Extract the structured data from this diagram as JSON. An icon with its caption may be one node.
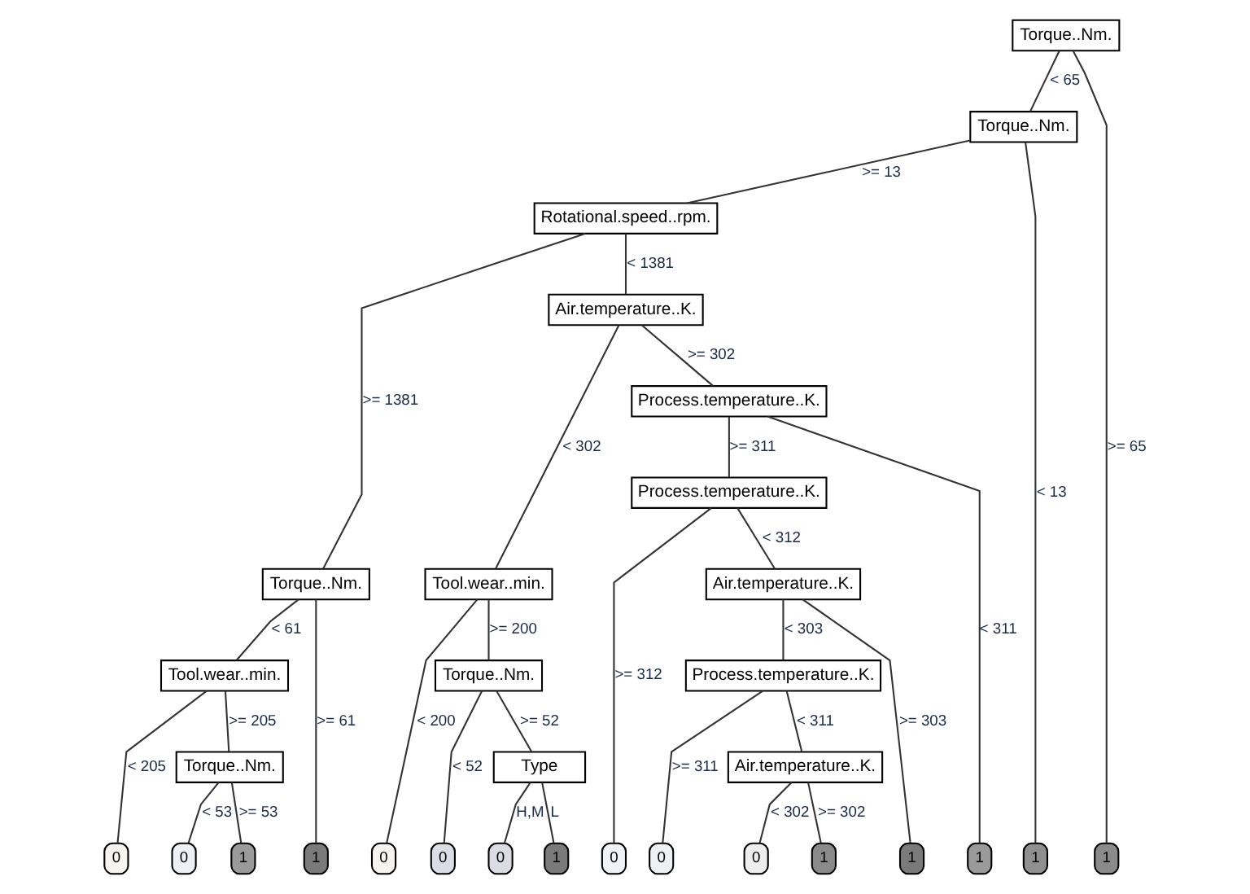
{
  "diagram": {
    "nodes": [
      {
        "text": [
          "Torque..Nm."
        ]
      },
      {
        "text": [
          "Torque..Nm."
        ]
      },
      {
        "text": [
          "Rotational.speed..rpm."
        ]
      },
      {
        "text": [
          "Torque..Nm."
        ]
      },
      {
        "text": [
          "Tool.wear..min."
        ]
      },
      {
        "text": [
          "0"
        ]
      },
      {
        "text": [
          "Torque..Nm."
        ]
      },
      {
        "text": [
          "0"
        ]
      },
      {
        "text": [
          "1"
        ]
      },
      {
        "text": [
          "1"
        ]
      },
      {
        "text": [
          "Air.temperature..K."
        ]
      },
      {
        "text": [
          "Tool.wear..min."
        ]
      },
      {
        "text": [
          "0"
        ]
      },
      {
        "text": [
          "Torque..Nm."
        ]
      },
      {
        "text": [
          "0"
        ]
      },
      {
        "text": [
          "Type"
        ]
      },
      {
        "text": [
          "0"
        ]
      },
      {
        "text": [
          "1"
        ]
      },
      {
        "text": [
          "Process.temperature..K."
        ]
      },
      {
        "text": [
          "Process.temperature..K."
        ]
      },
      {
        "text": [
          "0"
        ]
      },
      {
        "text": [
          "Air.temperature..K."
        ]
      },
      {
        "text": [
          "Process.temperature..K."
        ]
      },
      {
        "text": [
          "0"
        ]
      },
      {
        "text": [
          "Air.temperature..K."
        ]
      },
      {
        "text": [
          "0"
        ]
      },
      {
        "text": [
          "1"
        ]
      },
      {
        "text": [
          "1"
        ]
      },
      {
        "text": [
          "1"
        ]
      },
      {
        "text": [
          "1"
        ]
      },
      {
        "text": [
          "1"
        ]
      }
    ],
    "edges": [
      {
        "from": 0,
        "to": 1,
        "arrow": "none",
        "label": "< 65"
      },
      {
        "from": 1,
        "to": 2,
        "arrow": "none",
        "label": ">= 13"
      },
      {
        "from": 2,
        "to": 3,
        "arrow": "none",
        "label": ">= 1381"
      },
      {
        "from": 3,
        "to": 4,
        "arrow": "none",
        "label": "< 61"
      },
      {
        "from": 4,
        "to": 5,
        "arrow": "none",
        "label": "< 205"
      },
      {
        "from": 4,
        "to": 6,
        "arrow": "none",
        "label": ">= 205"
      },
      {
        "from": 6,
        "to": 7,
        "arrow": "none",
        "label": "< 53"
      },
      {
        "from": 6,
        "to": 8,
        "arrow": "none",
        "label": ">= 53"
      },
      {
        "from": 3,
        "to": 9,
        "arrow": "none",
        "label": ">= 61"
      },
      {
        "from": 2,
        "to": 10,
        "arrow": "none",
        "label": "< 1381"
      },
      {
        "from": 10,
        "to": 11,
        "arrow": "none",
        "label": "< 302"
      },
      {
        "from": 11,
        "to": 12,
        "arrow": "none",
        "label": "< 200"
      },
      {
        "from": 11,
        "to": 13,
        "arrow": "none",
        "label": ">= 200"
      },
      {
        "from": 13,
        "to": 14,
        "arrow": "none",
        "label": "< 52"
      },
      {
        "from": 13,
        "to": 15,
        "arrow": "none",
        "label": ">= 52"
      },
      {
        "from": 15,
        "to": 16,
        "arrow": "none",
        "label": "H,M"
      },
      {
        "from": 15,
        "to": 17,
        "arrow": "none",
        "label": "L"
      },
      {
        "from": 10,
        "to": 18,
        "arrow": "none",
        "label": ">= 302"
      },
      {
        "from": 18,
        "to": 19,
        "arrow": "none",
        "label": ">= 311"
      },
      {
        "from": 19,
        "to": 20,
        "arrow": "none",
        "label": ">= 312"
      },
      {
        "from": 19,
        "to": 21,
        "arrow": "none",
        "label": "< 312"
      },
      {
        "from": 21,
        "to": 22,
        "arrow": "none",
        "label": "< 303"
      },
      {
        "from": 22,
        "to": 23,
        "arrow": "none",
        "label": ">= 311"
      },
      {
        "from": 22,
        "to": 24,
        "arrow": "none",
        "label": "< 311"
      },
      {
        "from": 24,
        "to": 25,
        "arrow": "none",
        "label": "< 302"
      },
      {
        "from": 24,
        "to": 26,
        "arrow": "none",
        "label": ">= 302"
      },
      {
        "from": 21,
        "to": 27,
        "arrow": "none",
        "label": ">= 303"
      },
      {
        "from": 18,
        "to": 28,
        "arrow": "none",
        "label": "< 311"
      },
      {
        "from": 1,
        "to": 29,
        "arrow": "none",
        "label": "< 13"
      },
      {
        "from": 0,
        "to": 30,
        "arrow": "none",
        "label": ">= 65"
      }
    ]
  }
}
